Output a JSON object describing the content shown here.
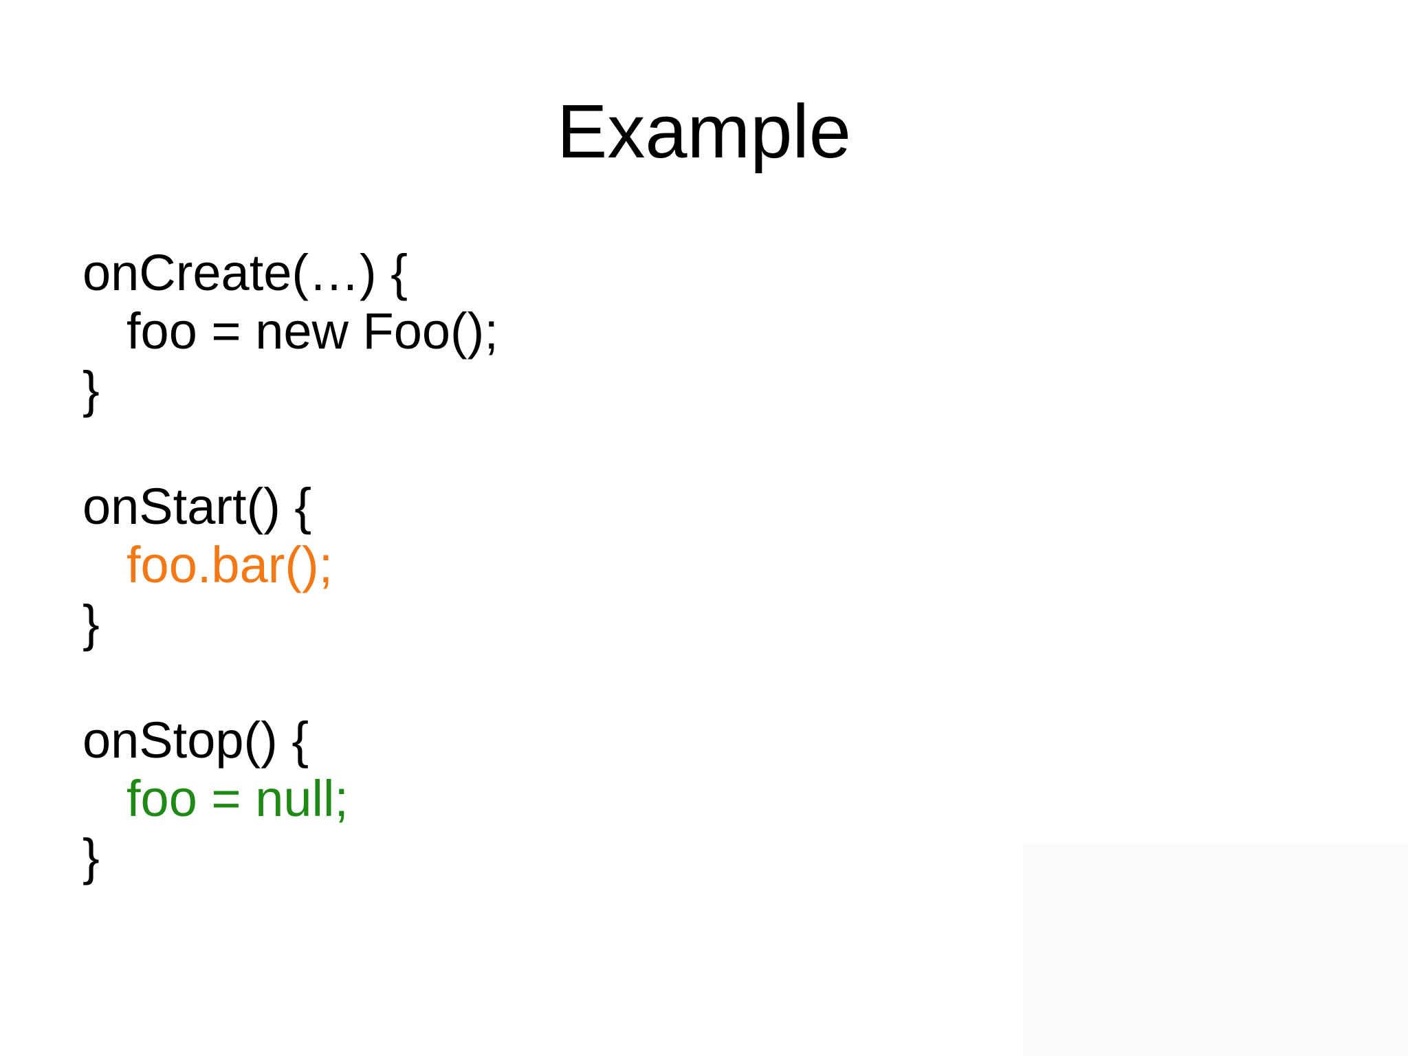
{
  "title": "Example",
  "colors": {
    "text": "#000000",
    "orange": "#F67814",
    "green": "#1E8A15",
    "background": "#FFFFFF"
  },
  "code": {
    "lines": [
      {
        "text": "onCreate(…) {",
        "indent": false,
        "color": "text"
      },
      {
        "text": "foo = new Foo();",
        "indent": true,
        "color": "text"
      },
      {
        "text": "}",
        "indent": false,
        "color": "text"
      },
      {
        "text": "",
        "indent": false,
        "color": "text"
      },
      {
        "text": "onStart() {",
        "indent": false,
        "color": "text"
      },
      {
        "text": "foo.bar();",
        "indent": true,
        "color": "orange"
      },
      {
        "text": "}",
        "indent": false,
        "color": "text"
      },
      {
        "text": "",
        "indent": false,
        "color": "text"
      },
      {
        "text": "onStop() {",
        "indent": false,
        "color": "text"
      },
      {
        "text": "foo = null;",
        "indent": true,
        "color": "green"
      },
      {
        "text": "}",
        "indent": false,
        "color": "text"
      }
    ]
  }
}
